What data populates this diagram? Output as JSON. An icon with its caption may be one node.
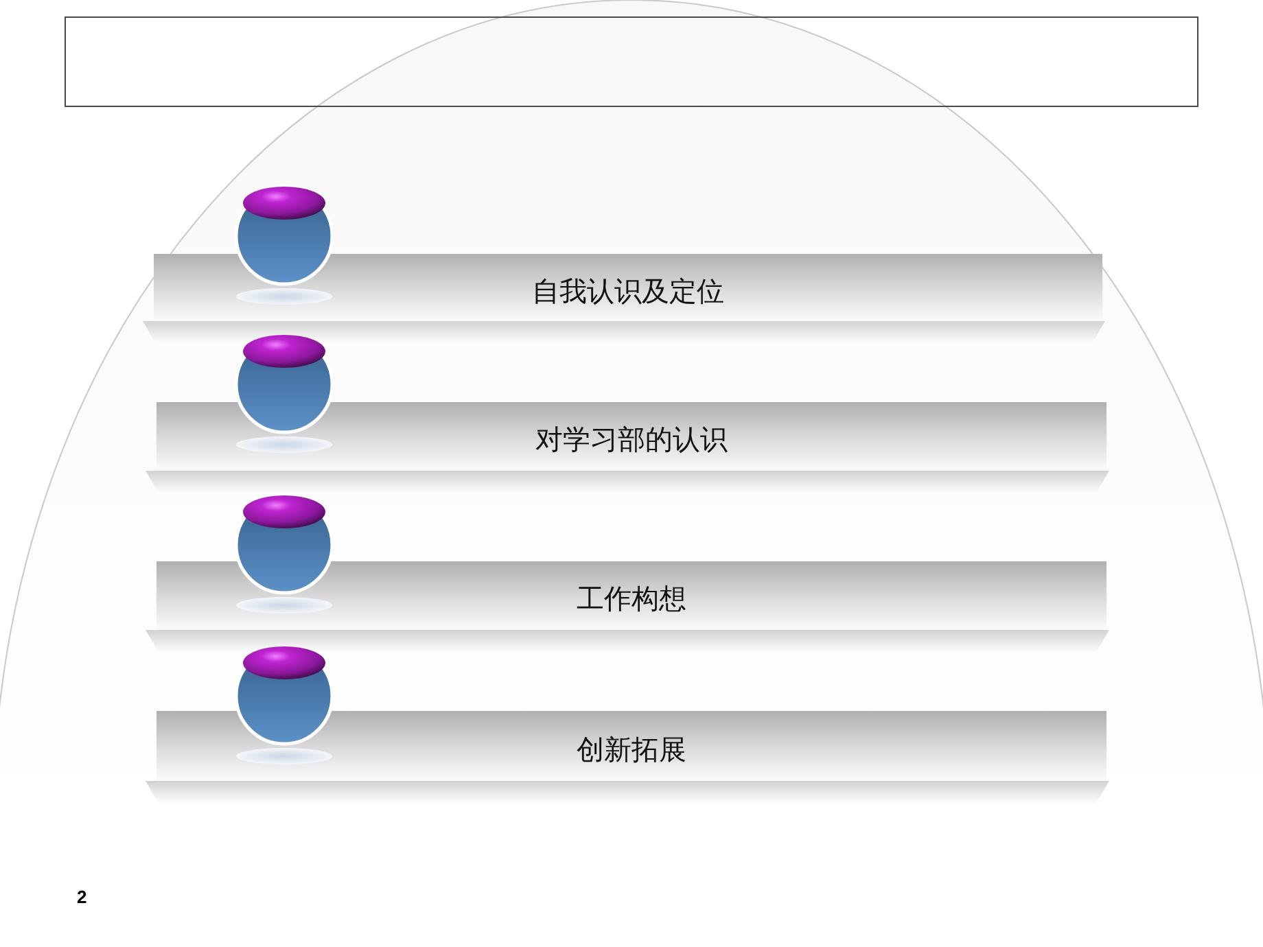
{
  "diagram": {
    "nodes": [
      {
        "text": [
          "自我认识及定位"
        ]
      },
      {
        "text": [
          "对学习部的认识"
        ]
      },
      {
        "text": [
          "工作构想"
        ]
      },
      {
        "text": [
          "创新拓展"
        ]
      }
    ],
    "labels": [
      "2"
    ]
  }
}
